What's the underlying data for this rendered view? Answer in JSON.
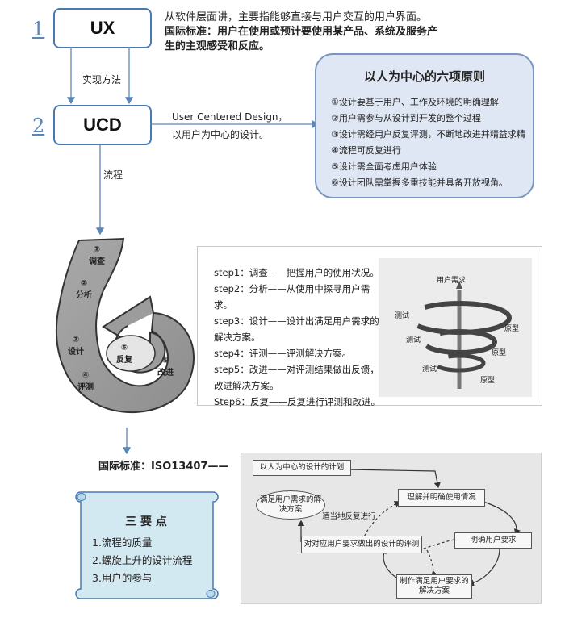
{
  "section_numbers": [
    "1",
    "2"
  ],
  "ux": {
    "label": "UX",
    "desc_line1": "从软件层面讲，主要指能够直接与用户交互的用户界面。",
    "desc_line2": "国际标准：用户在使用或预计要使用某产品、系统及服务产",
    "desc_line3": "生的主观感受和反应。"
  },
  "method_label": "实现方法",
  "ucd": {
    "label": "UCD",
    "desc_line1": "User Centered Design，",
    "desc_line2": "以用户为中心的设计。"
  },
  "process_label": "流程",
  "principles": {
    "title": "以人为中心的六项原则",
    "items": [
      "①设计要基于用户、工作及环境的明确理解",
      "②用户需参与从设计到开发的整个过程",
      "③设计需经用户反复评测，不断地改进并精益求精",
      "④流程可反复进行",
      "⑤设计需全面考虑用户体验",
      "⑥设计团队需掌握多重技能并具备开放视角。"
    ]
  },
  "spiral": {
    "steps": [
      {
        "num": "①",
        "label": "调查"
      },
      {
        "num": "②",
        "label": "分析"
      },
      {
        "num": "③",
        "label": "设计"
      },
      {
        "num": "④",
        "label": "评测"
      },
      {
        "num": "⑤",
        "label": "改进"
      },
      {
        "num": "⑥",
        "label": "反复"
      }
    ]
  },
  "steps_text": [
    "step1：调查——把握用户的使用状况。",
    "step2：分析——从使用中探寻用户需求。",
    "step3：设计——设计出满足用户需求的",
    "解决方案。",
    "step4：评测——评测解决方案。",
    "step5：改进——对评测结果做出反馈，",
    "改进解决方案。",
    "Step6：反复——反复进行评测和改进。"
  ],
  "tornado": {
    "top_label": "用户需求",
    "test_labels": [
      "测试",
      "测试",
      "测试"
    ],
    "proto_labels": [
      "原型",
      "原型",
      "原型"
    ]
  },
  "standard_label": "国际标准：ISO13407——",
  "key_points": {
    "title": "三 要 点",
    "items": [
      "1.流程的质量",
      "2.螺旋上升的设计流程",
      "3.用户的参与"
    ]
  },
  "iso_figure": {
    "start": "以人为中心的设计的计划",
    "understand": "理解并明确使用情况",
    "requirements": "明确用户要求",
    "produce": "制作满足用户要求的解决方案",
    "evaluate": "对对应用户要求做出的设计的评测",
    "meets": "满足用户需求的解决方案",
    "iterate": "适当地反复进行"
  }
}
